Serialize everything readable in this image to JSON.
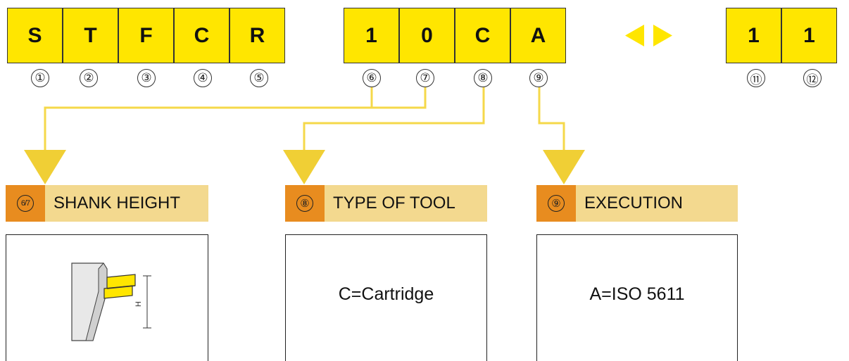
{
  "code_cells": [
    "S",
    "T",
    "F",
    "C",
    "R",
    "1",
    "0",
    "C",
    "A",
    "1",
    "1"
  ],
  "position_numbers": [
    "①",
    "②",
    "③",
    "④",
    "⑤",
    "⑥",
    "⑦",
    "⑧",
    "⑨",
    "⑪",
    "⑫"
  ],
  "colors": {
    "cell_yellow": "#ffe600",
    "connector_yellow": "#f5d84a",
    "header_orange": "#e88c1f",
    "header_beige": "#f3d98f"
  },
  "sections": [
    {
      "badge": "6/7",
      "title": "SHANK HEIGHT",
      "content": "",
      "diagram_label": "H"
    },
    {
      "badge": "⑧",
      "title": "TYPE OF TOOL",
      "content": "C=Cartridge"
    },
    {
      "badge": "⑨",
      "title": "EXECUTION",
      "content": "A=ISO 5611"
    }
  ]
}
